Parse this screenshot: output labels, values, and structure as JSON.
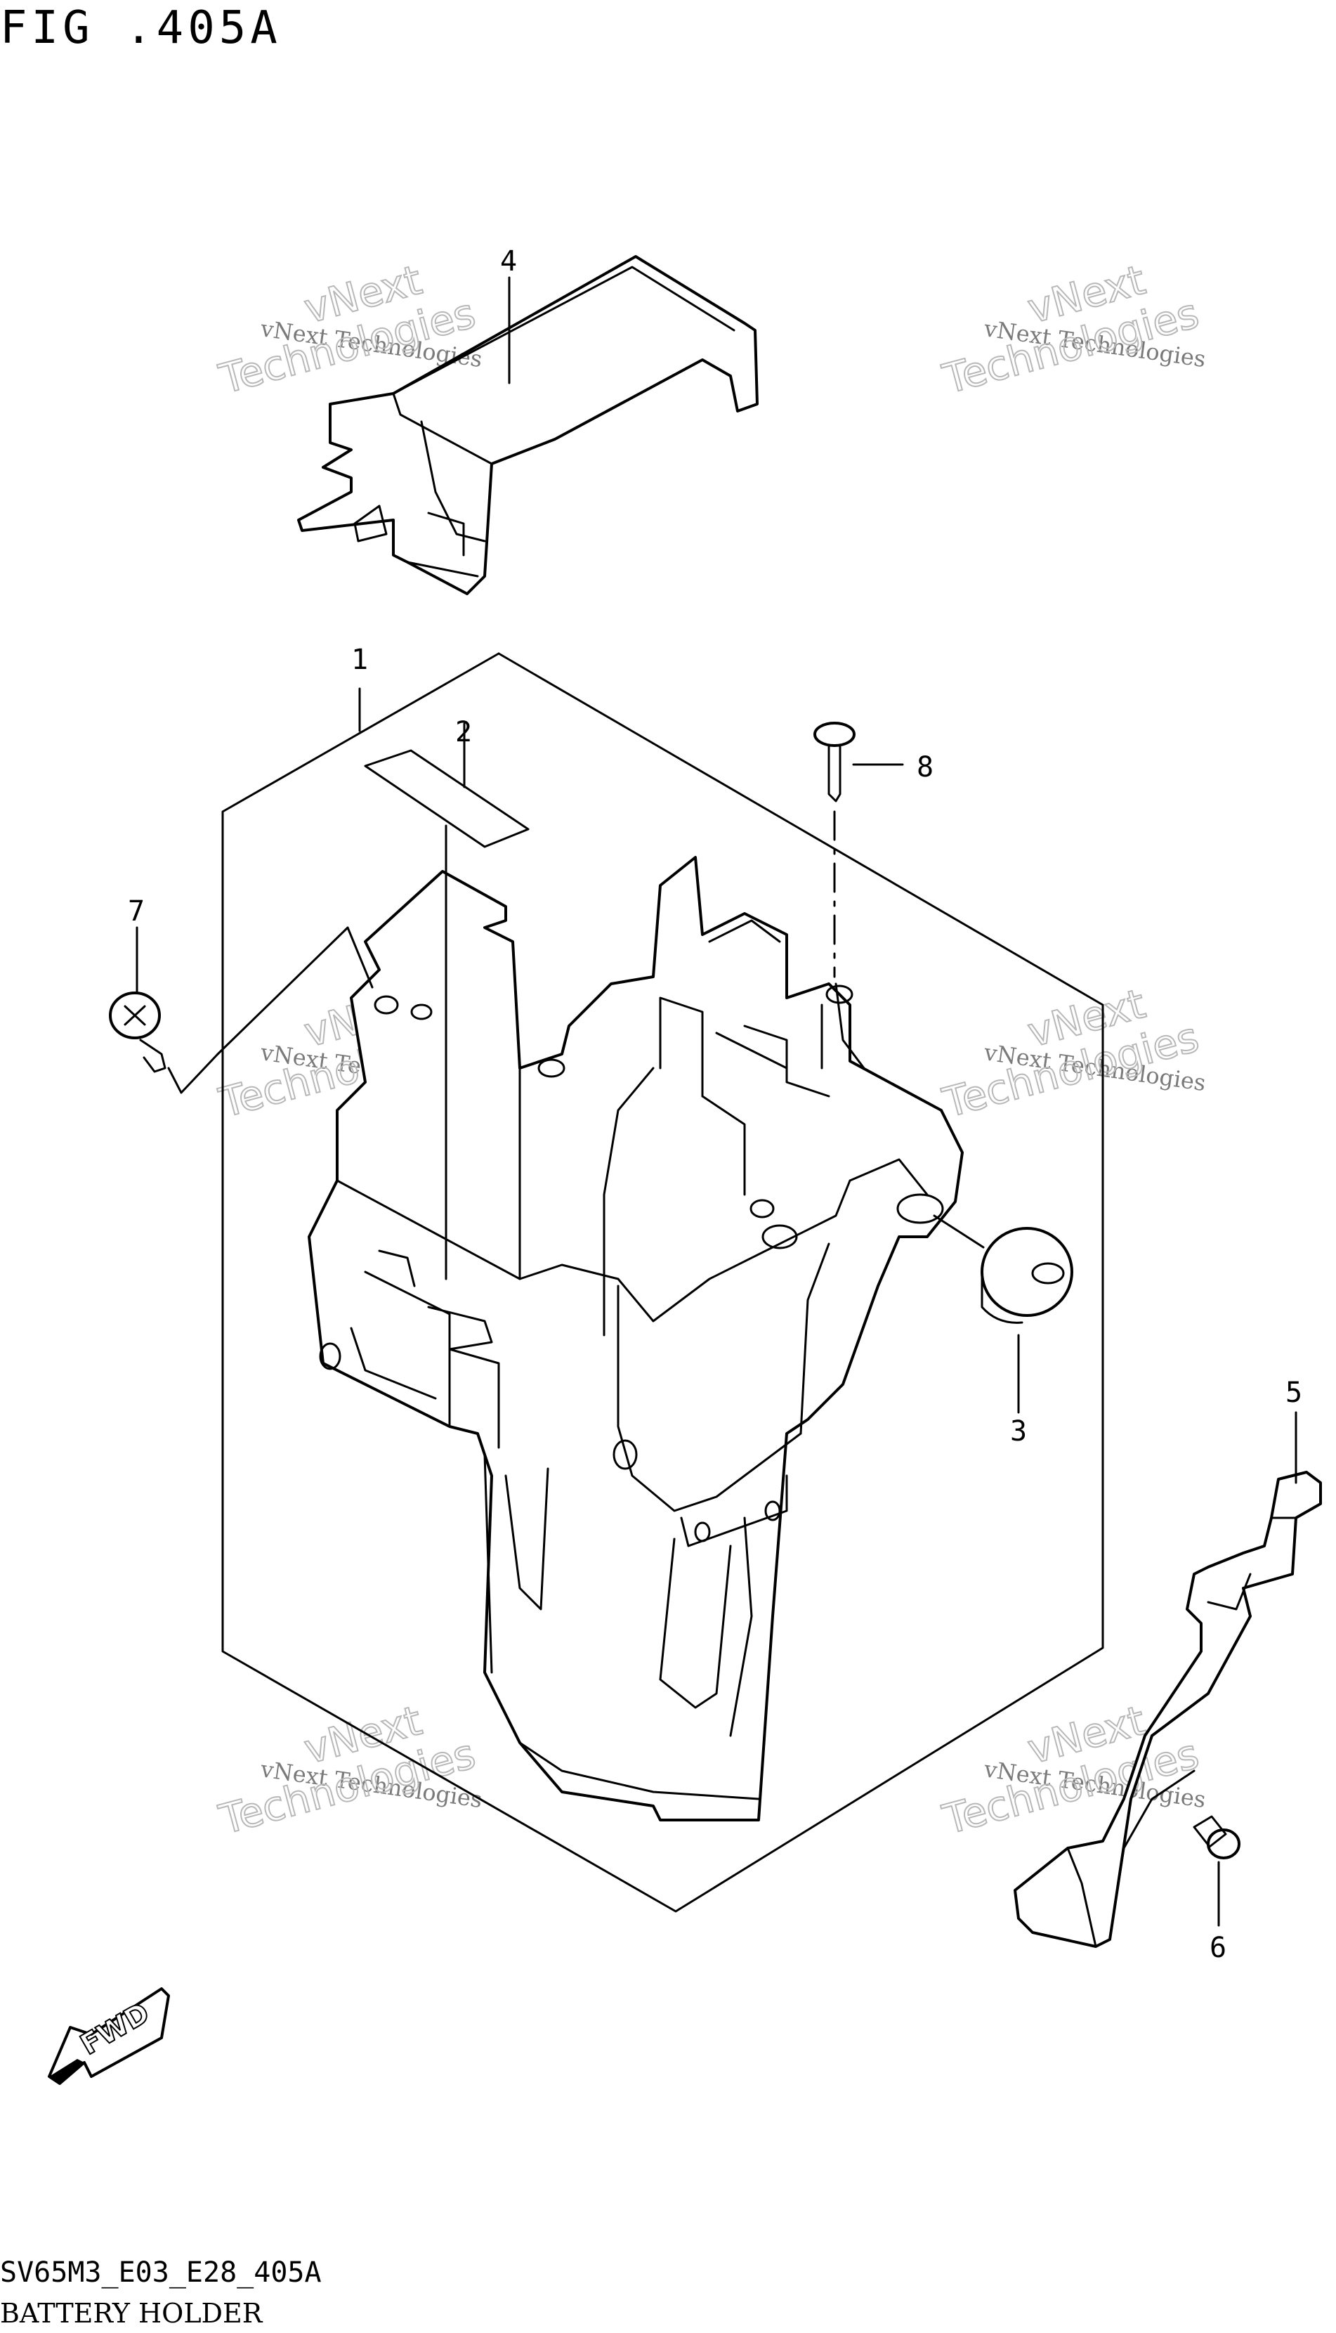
{
  "figure": {
    "title": "FIG .405A",
    "code": "SV65M3_E03_E28_405A",
    "name": "BATTERY HOLDER"
  },
  "callouts": [
    {
      "num": "1"
    },
    {
      "num": "2"
    },
    {
      "num": "3"
    },
    {
      "num": "4"
    },
    {
      "num": "5"
    },
    {
      "num": "6"
    },
    {
      "num": "7"
    },
    {
      "num": "8"
    }
  ],
  "fwd_label": "FWD",
  "watermark": {
    "line1": "vNext",
    "line2": "vNext Technologies",
    "line3": "Technologies"
  }
}
